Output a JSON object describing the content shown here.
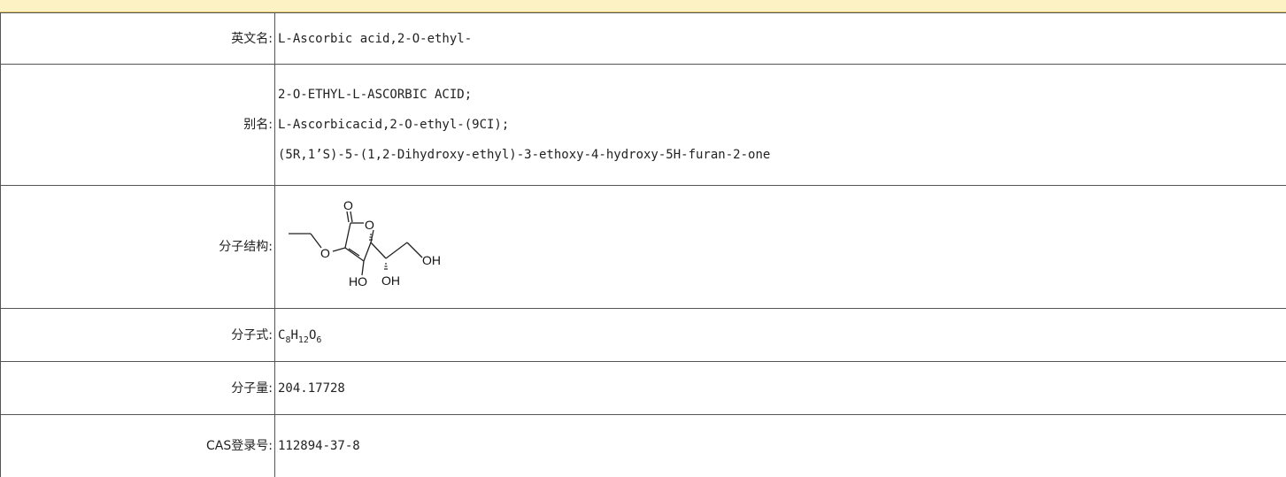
{
  "rows": {
    "english_name": {
      "label": "英文名:",
      "value": "L-Ascorbic acid,2-O-ethyl-"
    },
    "synonyms": {
      "label": "别名:",
      "values": [
        "2-O-ETHYL-L-ASCORBIC ACID;",
        "L-Ascorbicacid,2-O-ethyl-(9CI);",
        "(5R,1’S)-5-(1,2-Dihydroxy-ethyl)-3-ethoxy-4-hydroxy-5H-furan-2-one"
      ]
    },
    "structure": {
      "label": "分子结构:",
      "atoms": {
        "o_carbonyl": "O",
        "o_ring": "O",
        "o_ether": "O",
        "oh_right": "OH",
        "ho_bottom": "HO",
        "oh_bottom": "OH"
      }
    },
    "formula": {
      "label": "分子式:",
      "parts": [
        "C",
        "8",
        "H",
        "12",
        "O",
        "6"
      ]
    },
    "molecular_weight": {
      "label": "分子量:",
      "value": "204.17728"
    },
    "cas": {
      "label": "CAS登录号:",
      "value": "112894-37-8"
    }
  }
}
